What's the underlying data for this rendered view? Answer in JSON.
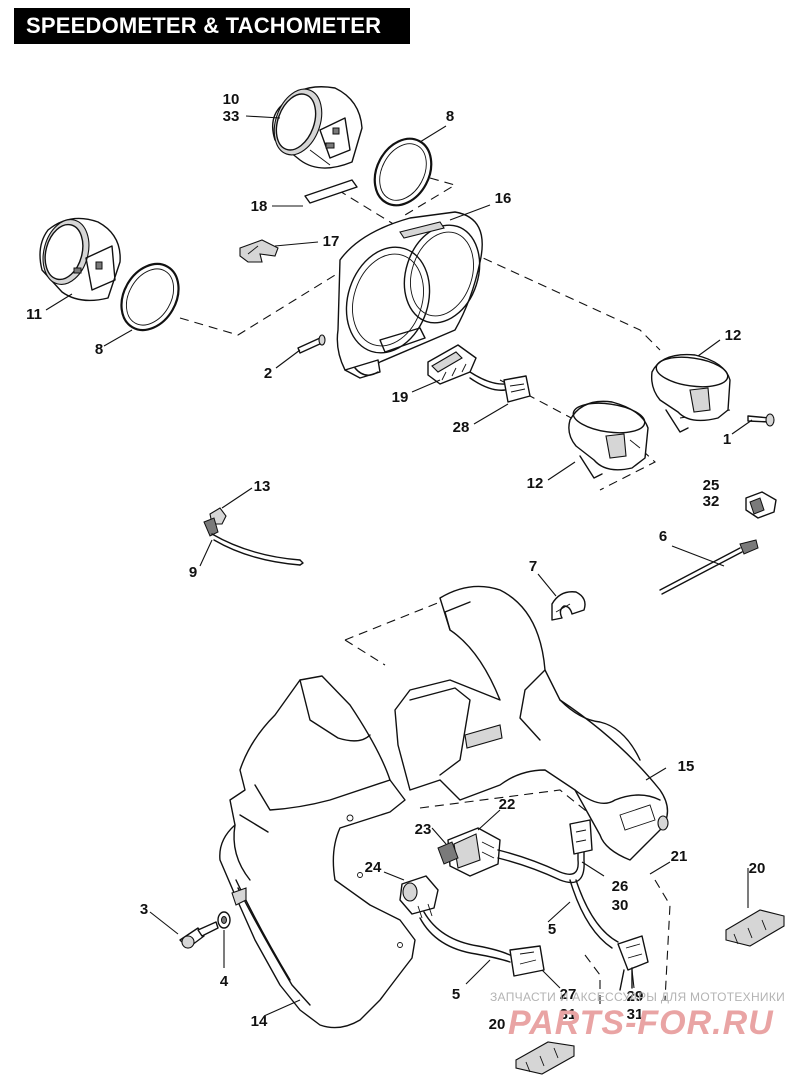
{
  "title": "SPEEDOMETER & TACHOMETER",
  "callouts": {
    "c10": "10",
    "c33": "33",
    "c8a": "8",
    "c18": "18",
    "c16": "16",
    "c17": "17",
    "c11": "11",
    "c8b": "8",
    "c2": "2",
    "c19": "19",
    "c12a": "12",
    "c28": "28",
    "c1": "1",
    "c12b": "12",
    "c13": "13",
    "c25": "25",
    "c32": "32",
    "c9": "9",
    "c6": "6",
    "c7": "7",
    "c15": "15",
    "c22": "22",
    "c23": "23",
    "c21": "21",
    "c24": "24",
    "c26": "26",
    "c30": "30",
    "c20a": "20",
    "c3": "3",
    "c5a": "5",
    "c4": "4",
    "c5b": "5",
    "c27": "27",
    "c31a": "31",
    "c29": "29",
    "c31b": "31",
    "c14": "14",
    "c20b": "20"
  },
  "watermark": {
    "text": "ЗАПЧАСТИ И АКСЕССУАРЫ ДЛЯ МОТОТЕХНИКИ",
    "logo": "PARTS-FOR.RU"
  }
}
